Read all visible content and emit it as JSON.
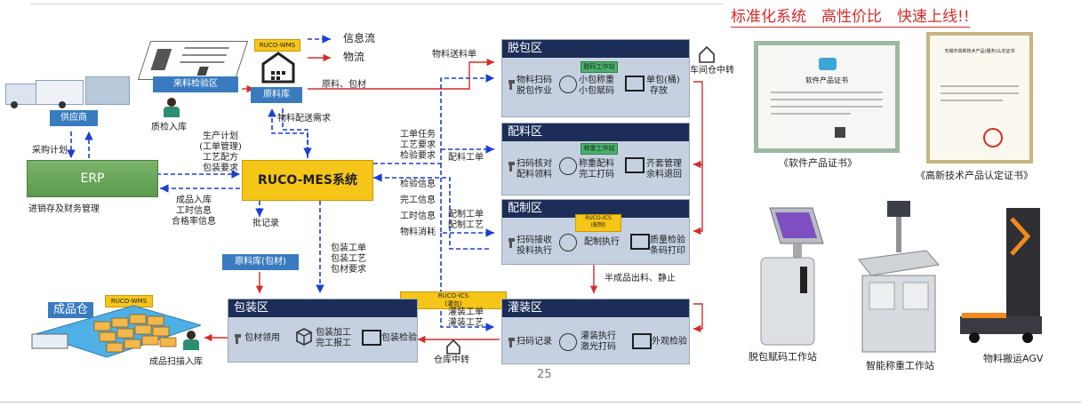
{
  "headline": "标准化系统　高性价比　快速上线!!",
  "page_number": "25",
  "legend": {
    "info_flow": "信息流",
    "material_flow": "物流"
  },
  "top_area": {
    "wms_tag": "RUCO-WMS",
    "incoming_inspection": "来料检验区",
    "raw_warehouse": "原料库",
    "supplier": "供应商",
    "qc_label": "质检入库",
    "raw_pack_label": "原料、包材",
    "material_delivery_demand": "物料配送需求",
    "material_delivery_order": "物料送料单",
    "workshop_transfer": "车间仓中转"
  },
  "erp": {
    "title": "ERP",
    "sub": "进销存及财务管理",
    "purchase_plan": "采购计划",
    "plan_lines": [
      "生产计划",
      "(工单管理)",
      "工艺配方",
      "包装要求"
    ],
    "return_lines": [
      "成品入库",
      "工时信息",
      "合格率信息"
    ]
  },
  "mes": {
    "title": "RUCO-MES系统",
    "batch_record": "批记录",
    "to_zones_lines": [
      "工单任务",
      "工艺要求",
      "检验要求"
    ],
    "from_zones_lines": [
      "检验信息",
      "完工信息",
      "工时信息",
      "物料消耗"
    ],
    "ingredient_order": "配料工单",
    "prep_order_lines": [
      "配制工单",
      "配制工艺"
    ],
    "pack_order_lines": [
      "包装工单",
      "包装工艺",
      "包材要求"
    ]
  },
  "zones": {
    "unpack": {
      "title": "脱包区",
      "station": "脱码工作站",
      "step1": [
        "物料扫码",
        "脱包作业"
      ],
      "step2": [
        "小包称重",
        "小包赋码"
      ],
      "step3": [
        "单包(桶)",
        "存放"
      ]
    },
    "ingredient": {
      "title": "配料区",
      "station": "称重工作站",
      "step1": [
        "扫码核对",
        "配料领料"
      ],
      "step2": [
        "称重配料",
        "完工打码"
      ],
      "step3": [
        "齐套管理",
        "余料退回"
      ]
    },
    "prep": {
      "title": "配制区",
      "tag_lines": [
        "RUCO-ICS",
        "(配制)"
      ],
      "step1": [
        "扫码接收",
        "投料执行"
      ],
      "step2": [
        "配制执行"
      ],
      "step3": [
        "质量检验",
        "条码打印"
      ]
    },
    "filling": {
      "title": "灌装区",
      "tag_lines": [
        "RUCO-ICS",
        "(灌包)"
      ],
      "order_lines": [
        "灌装工单",
        "灌装工艺"
      ],
      "step1": [
        "扫码记录"
      ],
      "step2": [
        "灌装执行",
        "激光打码"
      ],
      "step3": [
        "外观检验"
      ]
    },
    "packing": {
      "title": "包装区",
      "step1": [
        "包材领用"
      ],
      "step2": [
        "包装加工",
        "完工报工"
      ],
      "step3": [
        "包装检验"
      ]
    }
  },
  "pack_material_store": "原料库(包材)",
  "semi_finished": "半成品出料、静止",
  "warehouse_transfer": "仓库中转",
  "finished_goods": {
    "label": "成品仓",
    "wms_tag": "RUCO-WMS",
    "scan_in": "成品扫描入库"
  },
  "right_panel": {
    "cert1_caption": "《软件产品证书》",
    "cert2_caption": "《高新技术产品认定证书》",
    "cert1_heading": "软件产品证书",
    "cert2_heading": "无锡市高新技术产品(服务)认定证书",
    "device1": "脱包赋码工作站",
    "device2": "智能称重工作站",
    "device3": "物料搬运AGV"
  },
  "colors": {
    "zone_header": "#1c2e57",
    "blue_box": "#3a7bc0",
    "mes_yellow": "#f5c518",
    "erp_green": "#6fa55a",
    "red": "#d62a2a",
    "dash_blue": "#1a3fd6"
  }
}
